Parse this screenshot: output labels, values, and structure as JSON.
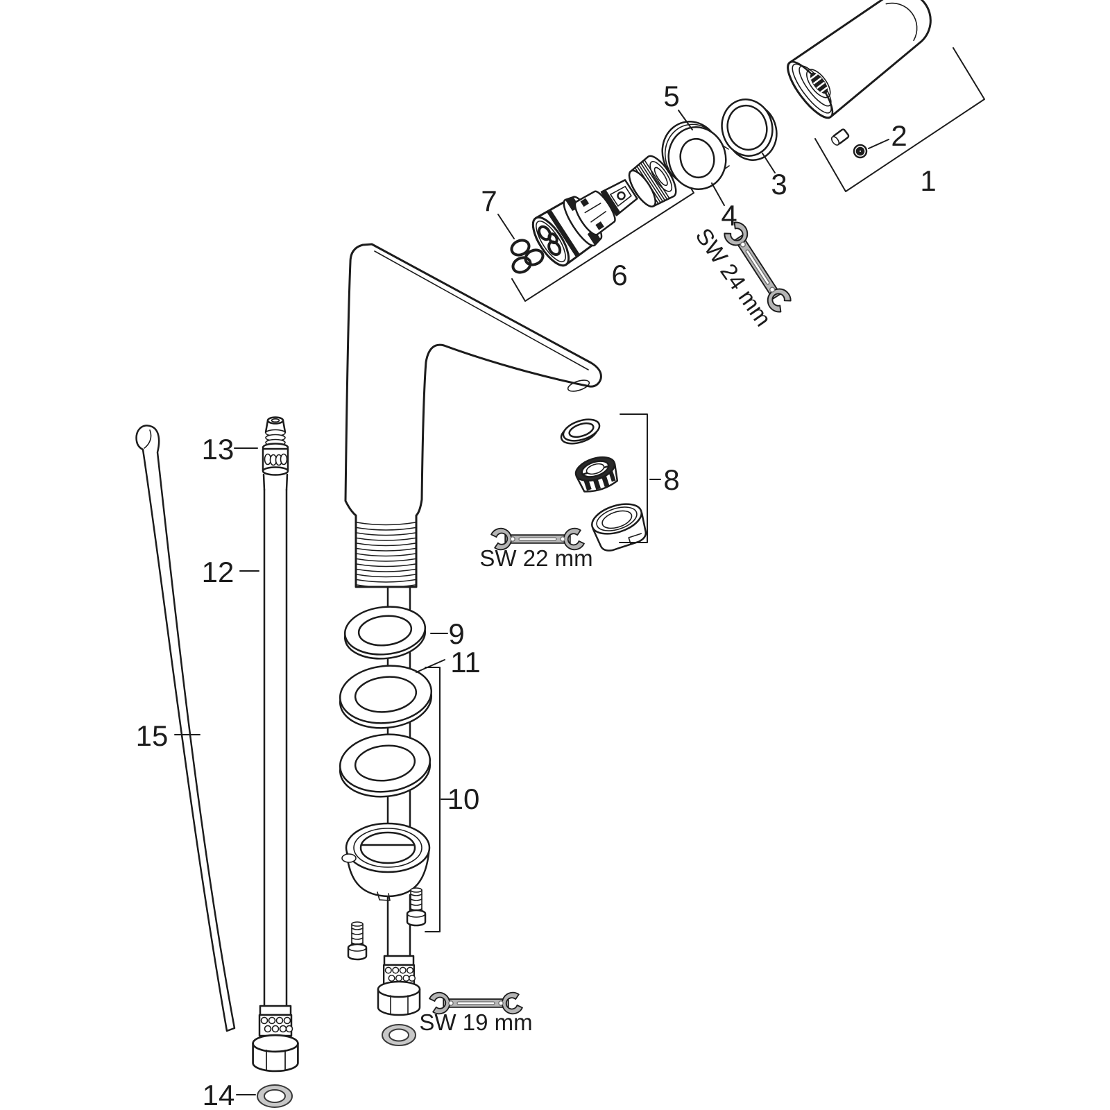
{
  "diagram": {
    "kind": "exploded-parts-diagram",
    "background": "#ffffff"
  },
  "colors": {
    "line": "#1c1c1c",
    "tool_gray": "#b5b5b5",
    "washer_gray": "#c8c8c8"
  },
  "callouts": {
    "c1": "1",
    "c2": "2",
    "c3": "3",
    "c4": "4",
    "c5": "5",
    "c6": "6",
    "c7": "7",
    "c8": "8",
    "c9": "9",
    "c10": "10",
    "c11": "11",
    "c12": "12",
    "c13": "13",
    "c14": "14",
    "c15": "15"
  },
  "tools": {
    "sw24": "SW 24 mm",
    "sw22": "SW 22 mm",
    "sw19": "SW 19 mm"
  }
}
